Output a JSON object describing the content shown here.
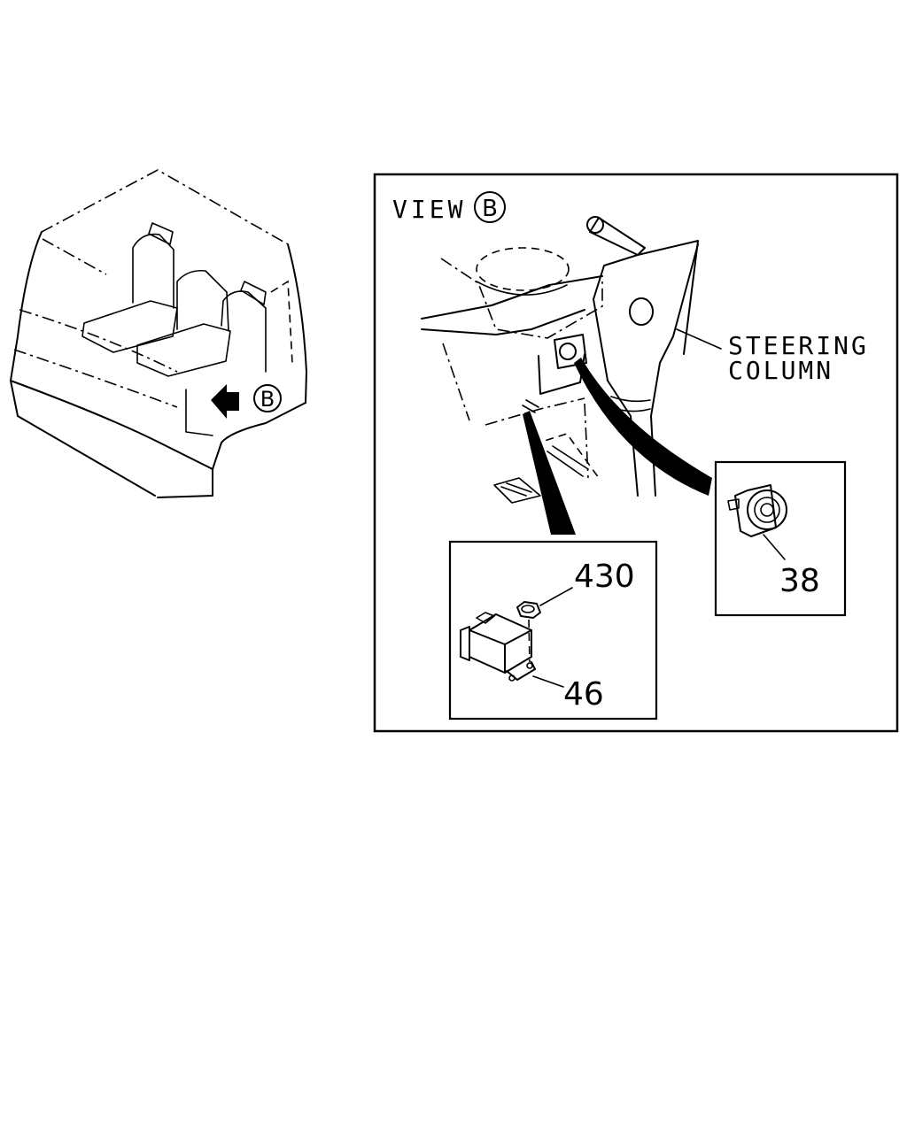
{
  "view_label": {
    "text": "VIEW",
    "circle_letter": "B"
  },
  "cab_callout": {
    "circle_letter": "B"
  },
  "steering_label": {
    "line1": "STEERING",
    "line2": "COLUMN"
  },
  "parts": {
    "p430": "430",
    "p46": "46",
    "p38": "38"
  }
}
